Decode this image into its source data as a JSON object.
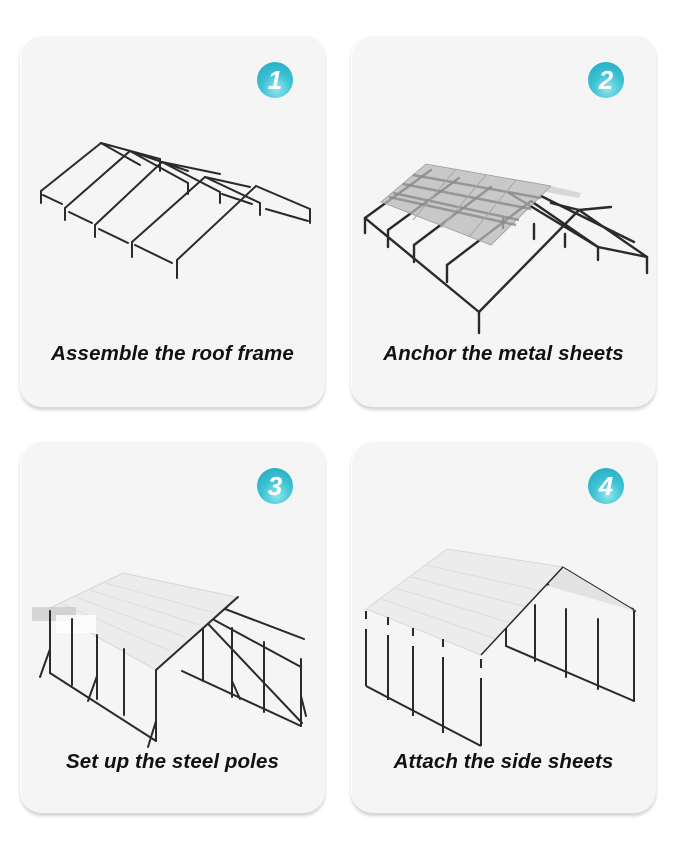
{
  "steps": [
    {
      "number": "1",
      "caption": "Assemble the roof frame",
      "illustration": "roof-frame"
    },
    {
      "number": "2",
      "caption": "Anchor the metal sheets",
      "illustration": "metal-sheets-roof"
    },
    {
      "number": "3",
      "caption": "Set up the steel poles",
      "illustration": "steel-poles"
    },
    {
      "number": "4",
      "caption": "Attach the side sheets",
      "illustration": "side-sheets"
    }
  ],
  "colors": {
    "card_background": "#f5f5f5",
    "badge_teal": "#3dc2d3",
    "frame_line": "#2a2a2a",
    "caption_text": "#111111"
  }
}
